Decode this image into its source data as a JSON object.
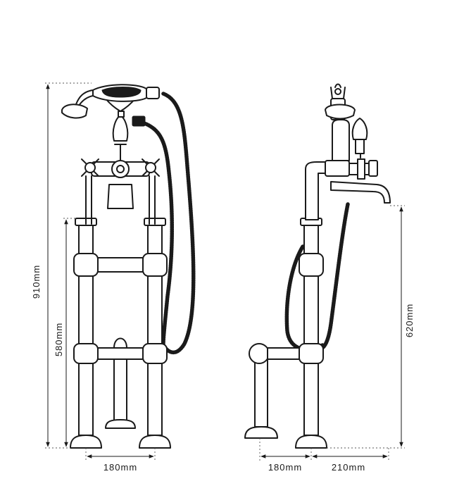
{
  "dimensions": {
    "overall_height": "910mm",
    "stand_height": "580mm",
    "spout_height": "620mm",
    "front_width": "180mm",
    "side_width": "180mm",
    "spout_reach": "210mm"
  }
}
